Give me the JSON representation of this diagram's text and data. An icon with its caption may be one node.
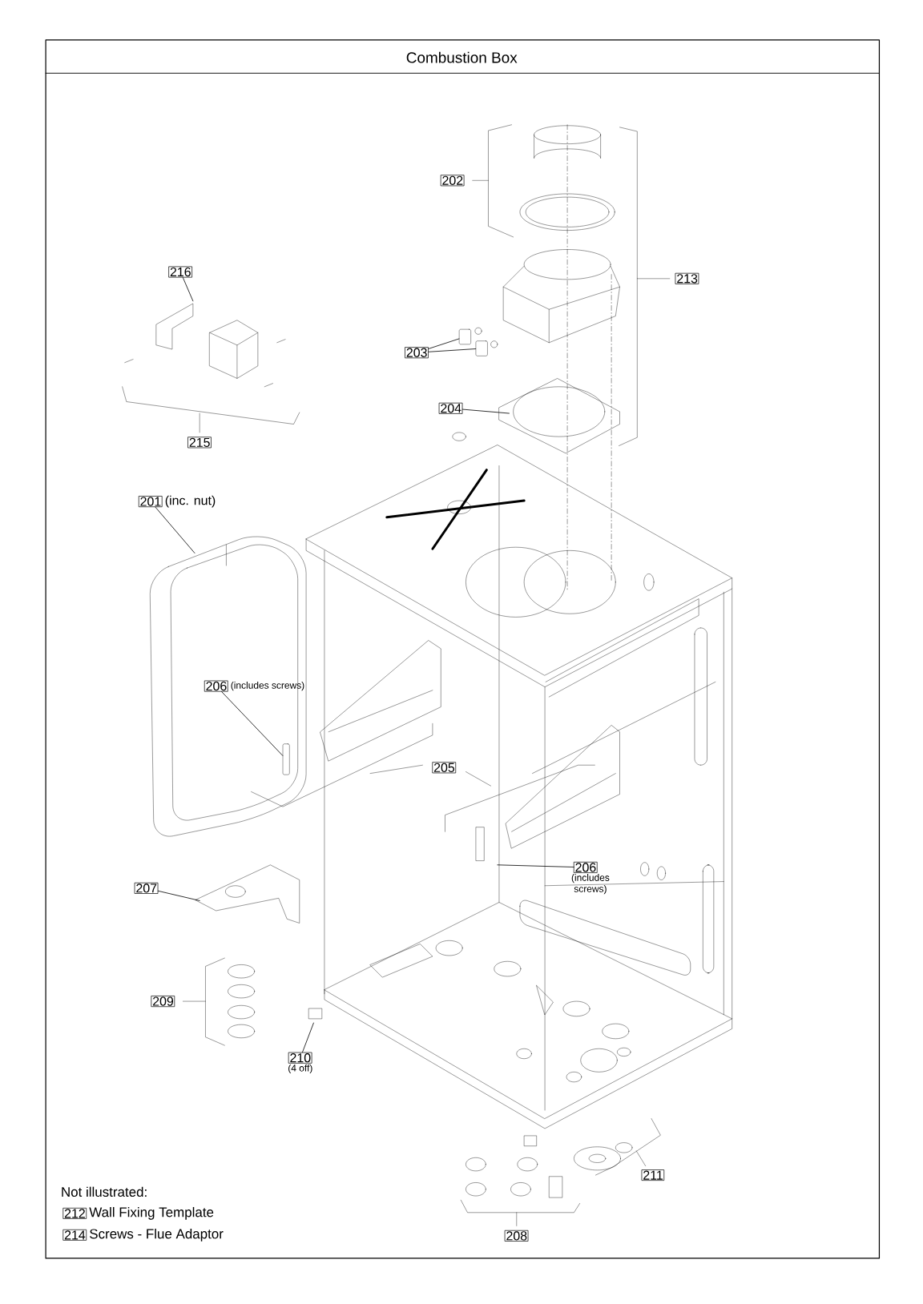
{
  "diagram": {
    "title": "Combustion Box",
    "nodes": [
      {
        "text": [
          "202"
        ]
      },
      {
        "text": [
          "213"
        ]
      },
      {
        "text": [
          "216"
        ]
      },
      {
        "text": [
          "203"
        ]
      },
      {
        "text": [
          "204"
        ]
      },
      {
        "text": [
          "215"
        ]
      },
      {
        "text": [
          "201"
        ],
        "beside": [
          "(inc. nut)"
        ]
      },
      {
        "text": [
          "206"
        ],
        "beside": [
          "(includes screws)"
        ]
      },
      {
        "text": [
          "205"
        ]
      },
      {
        "text": [
          "206"
        ],
        "beside": [
          "(includes screws)"
        ]
      },
      {
        "text": [
          "207"
        ]
      },
      {
        "text": [
          "209"
        ]
      },
      {
        "text": [
          "210"
        ],
        "beside": [
          "(4 off)"
        ]
      },
      {
        "text": [
          "211"
        ]
      },
      {
        "text": [
          "208"
        ]
      },
      {
        "text": [
          "212"
        ],
        "beside": [
          "Wall Fixing Template"
        ]
      },
      {
        "text": [
          "214"
        ],
        "beside": [
          "Screws - Flue Adaptor"
        ]
      },
      {
        "text": [],
        "shape": "box"
      },
      {
        "text": [],
        "shape": "box"
      },
      {
        "text": [],
        "shape": "box"
      }
    ],
    "edges": [
      {
        "from": 2,
        "to": null,
        "arrow": "none"
      },
      {
        "from": 3,
        "to": 17,
        "arrow": "none"
      },
      {
        "from": 3,
        "to": 18,
        "arrow": "none"
      },
      {
        "from": 4,
        "to": null,
        "arrow": "none"
      },
      {
        "from": 6,
        "to": null,
        "arrow": "none"
      },
      {
        "from": 7,
        "to": 19,
        "arrow": "none"
      },
      {
        "from": 9,
        "to": null,
        "arrow": "none"
      },
      {
        "from": 10,
        "to": null,
        "arrow": "none"
      },
      {
        "from": 12,
        "to": null,
        "arrow": "none"
      }
    ],
    "labels": [
      "Not illustrated:"
    ]
  }
}
